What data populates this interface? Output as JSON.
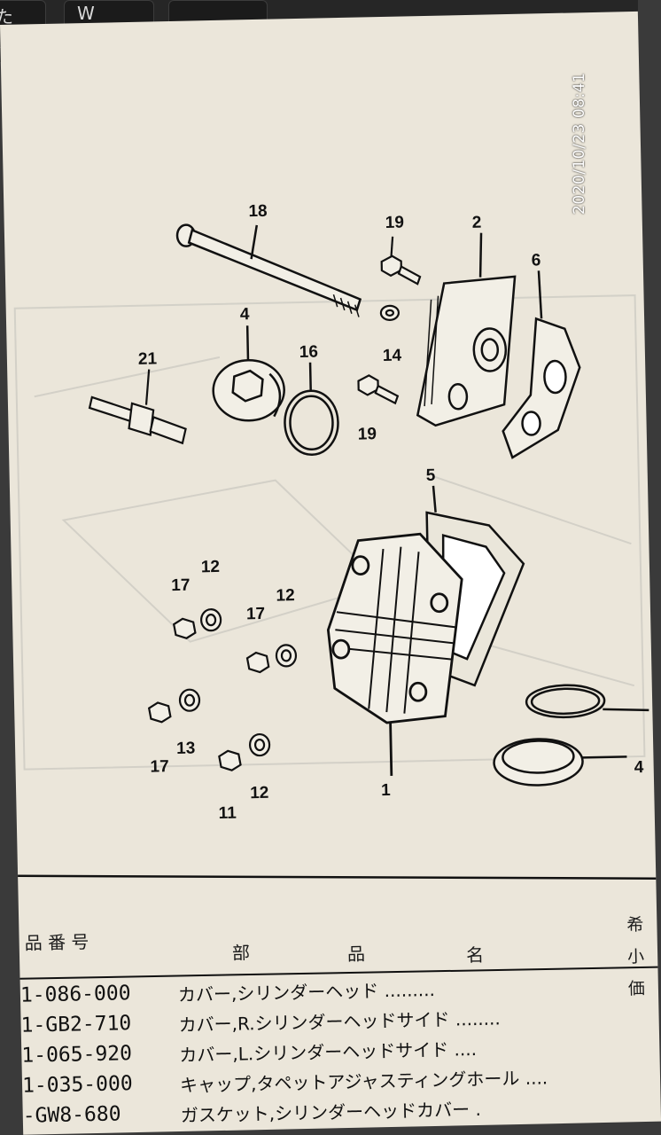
{
  "keyboard": {
    "keys": [
      {
        "label": "た"
      },
      {
        "label": "W"
      },
      {
        "label": ""
      }
    ]
  },
  "stamp": {
    "datetime": "2020/10/23 08:41"
  },
  "callouts": [
    "18",
    "19",
    "2",
    "6",
    "4",
    "14",
    "21",
    "16",
    "19",
    "5",
    "12",
    "17",
    "12",
    "17",
    "17",
    "13",
    "11",
    "12",
    "1",
    "4"
  ],
  "table": {
    "headers": {
      "part_no": "品 番 号",
      "part_label_a": "部",
      "part_label_b": "品",
      "part_label_c": "名"
    },
    "side_header": [
      "希",
      "小",
      "価"
    ],
    "rows": [
      {
        "part_no": "1-086-000",
        "name": "カバー,シリンダーヘッド ........."
      },
      {
        "part_no": "1-GB2-710",
        "name": "カバー,R.シリンダーヘッドサイド ........"
      },
      {
        "part_no": "1-065-920",
        "name": "カバー,L.シリンダーヘッドサイド ...."
      },
      {
        "part_no": "1-035-000",
        "name": "キャップ,タペットアジャスティングホール ...."
      },
      {
        "part_no": "-GW8-680",
        "name": "ガスケット,シリンダーヘッドカバー ."
      }
    ]
  }
}
